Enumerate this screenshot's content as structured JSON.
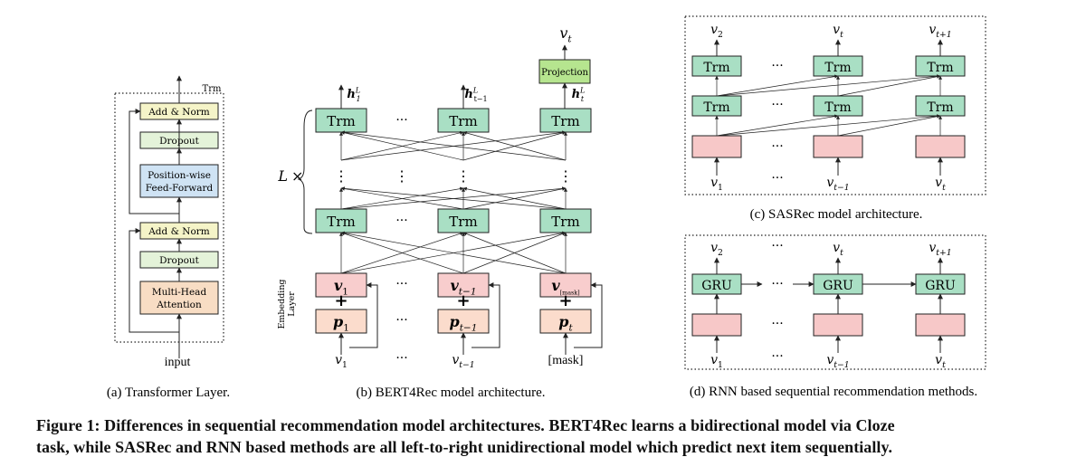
{
  "colors": {
    "add_norm": "#f5f4c8",
    "dropout": "#e4f3d9",
    "ffn": "#cfe3f4",
    "mha": "#f8ddc4",
    "trm": "#a9dfc4",
    "projection": "#b6e58f",
    "embed_v": "#f8cdcd",
    "embed_p": "#fbdccc",
    "sas_embed": "#f7c8c8",
    "stroke": "#222222"
  },
  "panel_a": {
    "trm_label": "Trm",
    "blocks": {
      "add_norm_top": "Add & Norm",
      "dropout_top": "Dropout",
      "ffn_line1": "Position-wise",
      "ffn_line2": "Feed-Forward",
      "add_norm_bottom": "Add & Norm",
      "dropout_bottom": "Dropout",
      "mha_line1": "Multi-Head",
      "mha_line2": "Attention"
    },
    "input": "input",
    "caption": "(a) Transformer Layer."
  },
  "panel_b": {
    "output": "v",
    "output_sub": "t",
    "projection": "Projection",
    "hidden": [
      {
        "base": "h",
        "sub": "1",
        "sup": "L"
      },
      {
        "base": "h",
        "sub": "t−1",
        "sup": "L"
      },
      {
        "base": "h",
        "sub": "t",
        "sup": "L"
      }
    ],
    "trm": "Trm",
    "lx_label": "L×",
    "embedding_line1": "Embedding",
    "embedding_line2": "Layer",
    "v_embed": [
      {
        "base": "v",
        "sub": "1"
      },
      {
        "base": "v",
        "sub": "t−1"
      },
      {
        "base": "v",
        "sub": "[mask]"
      }
    ],
    "p_embed": [
      {
        "base": "p",
        "sub": "1"
      },
      {
        "base": "p",
        "sub": "t−1"
      },
      {
        "base": "p",
        "sub": "t"
      }
    ],
    "plus": "+",
    "inputs": [
      {
        "base": "v",
        "sub": "1"
      },
      {
        "base": "v",
        "sub": "t−1"
      },
      {
        "base": "[mask]",
        "sub": ""
      }
    ],
    "dots": "···",
    "vdots": "⋮",
    "caption": "(b) BERT4Rec model architecture."
  },
  "panel_c": {
    "outputs": [
      {
        "base": "v",
        "sub": "2"
      },
      {
        "base": "v",
        "sub": "t"
      },
      {
        "base": "v",
        "sub": "t+1"
      }
    ],
    "trm": "Trm",
    "inputs": [
      {
        "base": "v",
        "sub": "1"
      },
      {
        "base": "v",
        "sub": "t−1"
      },
      {
        "base": "v",
        "sub": "t"
      }
    ],
    "dots": "···",
    "caption": "(c) SASRec model architecture."
  },
  "panel_d": {
    "outputs": [
      {
        "base": "v",
        "sub": "2"
      },
      {
        "base": "v",
        "sub": "t"
      },
      {
        "base": "v",
        "sub": "t+1"
      }
    ],
    "gru": "GRU",
    "inputs": [
      {
        "base": "v",
        "sub": "1"
      },
      {
        "base": "v",
        "sub": "t−1"
      },
      {
        "base": "v",
        "sub": "t"
      }
    ],
    "dots": "···",
    "caption": "(d) RNN based sequential recommendation methods."
  },
  "figure_caption": {
    "line1": "Figure 1: Differences in sequential recommendation model architectures. BERT4Rec learns a bidirectional model via Cloze",
    "line2": "task, while SASRec and RNN based methods are all left-to-right unidirectional model which predict next item sequentially."
  }
}
